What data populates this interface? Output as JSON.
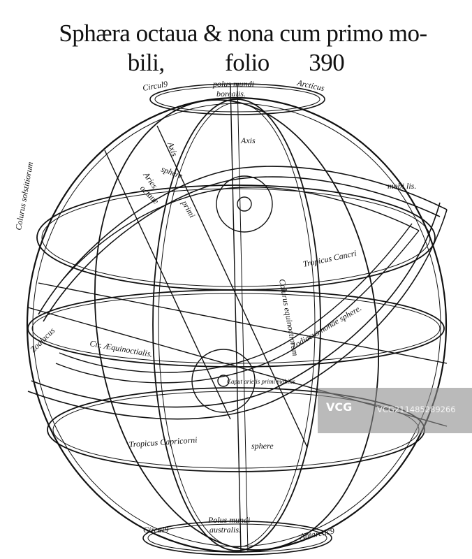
{
  "title": {
    "line1": "Sphæra octaua & nona cum primo mo-",
    "line2_word1": "bili,",
    "line2_word2": "folio",
    "page_number": "390"
  },
  "labels": {
    "circulus_top": "Circul9",
    "arcticus": "Arcticus",
    "polus_borealis_1": "polus mundi",
    "polus_borealis_2": "borealis.",
    "axis": "Axis",
    "axis2": "Axis",
    "aries": "Aries",
    "octaue": "octaue",
    "primi": "primi",
    "sphere": "sphere",
    "mobilis": "mobi lis.",
    "coluri_solstitiorum": "Colurus solstitiorum",
    "tropicus_cancri": "Tropicus Cancri",
    "colurus_equinoctiorum": "Colurus equinoctiorum",
    "zodiacus_nonae": "Zodiacus nonae sphere.",
    "zodiacus_left": "Zodiacus",
    "circ_aequinoctialis": "Cir. Æquinoctialis.",
    "caput_arietis": "Caput arietis primi mobilis",
    "tropicus_capricorni": "Tropicus Capricorni",
    "sphere_bottom": "sphere",
    "circulus_bottom": "Circul9",
    "antarcticus": "Antarctic9",
    "polus_australis_1": "Polus mundi",
    "polus_australis_2": "australis."
  },
  "watermark": {
    "logo": "VCG",
    "code": "VCG211485289266"
  }
}
